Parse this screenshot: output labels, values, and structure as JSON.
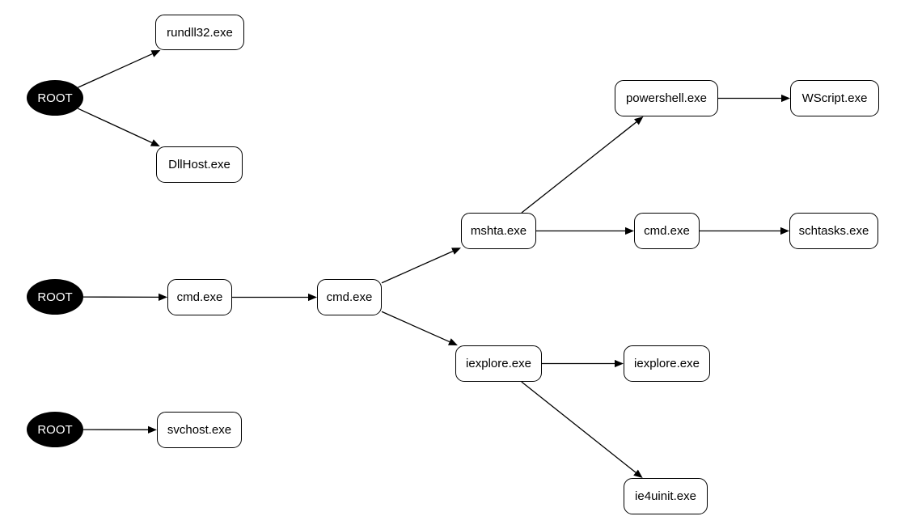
{
  "colors": {
    "background": "#ffffff",
    "root_fill": "#000000",
    "root_text": "#ffffff",
    "node_fill": "#ffffff",
    "stroke": "#000000"
  },
  "nodes": [
    {
      "id": "root1",
      "label": "ROOT",
      "kind": "root"
    },
    {
      "id": "rundll32",
      "label": "rundll32.exe",
      "kind": "process"
    },
    {
      "id": "dllhost",
      "label": "DllHost.exe",
      "kind": "process"
    },
    {
      "id": "root2",
      "label": "ROOT",
      "kind": "root"
    },
    {
      "id": "cmd1",
      "label": "cmd.exe",
      "kind": "process"
    },
    {
      "id": "cmd2",
      "label": "cmd.exe",
      "kind": "process"
    },
    {
      "id": "mshta",
      "label": "mshta.exe",
      "kind": "process"
    },
    {
      "id": "powershell",
      "label": "powershell.exe",
      "kind": "process"
    },
    {
      "id": "wscript",
      "label": "WScript.exe",
      "kind": "process"
    },
    {
      "id": "cmd3",
      "label": "cmd.exe",
      "kind": "process"
    },
    {
      "id": "schtasks",
      "label": "schtasks.exe",
      "kind": "process"
    },
    {
      "id": "iexplore1",
      "label": "iexplore.exe",
      "kind": "process"
    },
    {
      "id": "iexplore2",
      "label": "iexplore.exe",
      "kind": "process"
    },
    {
      "id": "ie4uinit",
      "label": "ie4uinit.exe",
      "kind": "process"
    },
    {
      "id": "root3",
      "label": "ROOT",
      "kind": "root"
    },
    {
      "id": "svchost",
      "label": "svchost.exe",
      "kind": "process"
    }
  ],
  "edges": [
    {
      "from": "root1",
      "to": "rundll32"
    },
    {
      "from": "root1",
      "to": "dllhost"
    },
    {
      "from": "root2",
      "to": "cmd1"
    },
    {
      "from": "cmd1",
      "to": "cmd2"
    },
    {
      "from": "cmd2",
      "to": "mshta"
    },
    {
      "from": "cmd2",
      "to": "iexplore1"
    },
    {
      "from": "mshta",
      "to": "powershell"
    },
    {
      "from": "mshta",
      "to": "cmd3"
    },
    {
      "from": "powershell",
      "to": "wscript"
    },
    {
      "from": "cmd3",
      "to": "schtasks"
    },
    {
      "from": "iexplore1",
      "to": "iexplore2"
    },
    {
      "from": "iexplore1",
      "to": "ie4uinit"
    },
    {
      "from": "root3",
      "to": "svchost"
    }
  ]
}
